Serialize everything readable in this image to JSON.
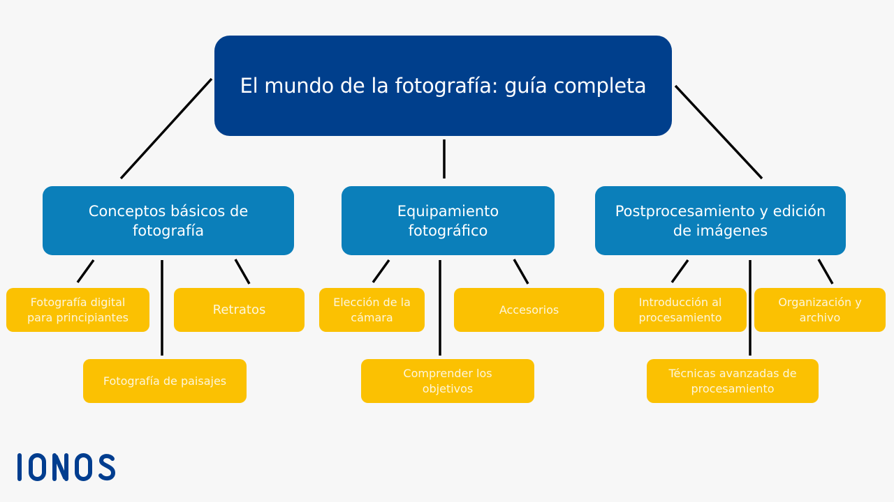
{
  "diagram": {
    "root": {
      "label": "El mundo de la fotografía: guía completa",
      "color": "#003f8c"
    },
    "branches": [
      {
        "label": "Conceptos básicos de fotografía",
        "label_lines": [
          "Conceptos básicos de",
          "fotografía"
        ],
        "color": "#0b7fba",
        "children": [
          {
            "label_lines": [
              "Fotografía digital",
              "para principiantes"
            ]
          },
          {
            "label_lines": [
              "Fotografía de paisajes"
            ]
          },
          {
            "label_lines": [
              "Retratos"
            ]
          }
        ]
      },
      {
        "label": "Equipamiento fotográfico",
        "label_lines": [
          "Equipamiento",
          "fotográfico"
        ],
        "color": "#0b7fba",
        "children": [
          {
            "label_lines": [
              "Elección de la",
              "cámara"
            ]
          },
          {
            "label_lines": [
              "Comprender los",
              "objetivos"
            ]
          },
          {
            "label_lines": [
              "Accesorios"
            ]
          }
        ]
      },
      {
        "label": "Postprocesamiento y edición de imágenes",
        "label_lines": [
          "Postprocesamiento y edición",
          "de imágenes"
        ],
        "color": "#0b7fba",
        "children": [
          {
            "label_lines": [
              "Introducción al",
              "procesamiento"
            ]
          },
          {
            "label_lines": [
              "Técnicas avanzadas de",
              "procesamiento"
            ]
          },
          {
            "label_lines": [
              "Organización y",
              "archivo"
            ]
          }
        ]
      }
    ],
    "leaf_color": "#fbc102",
    "connector_color": "#000000"
  },
  "brand": {
    "logo_text": "IONOS",
    "logo_color": "#003d8f"
  }
}
